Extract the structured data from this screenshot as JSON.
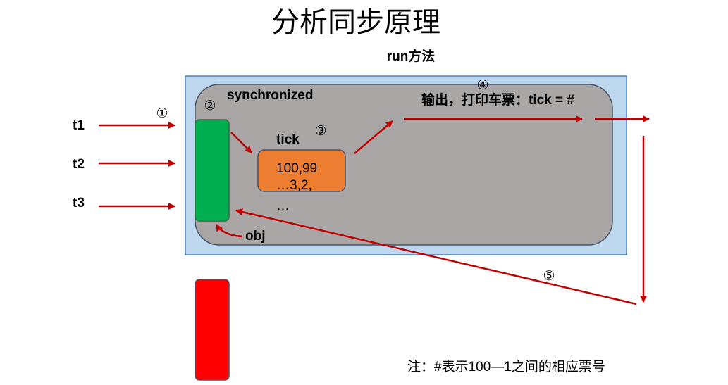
{
  "title": "分析同步原理",
  "run_label": "run方法",
  "sync_label": "synchronized",
  "threads": [
    "t1",
    "t2",
    "t3"
  ],
  "steps": {
    "s1": "①",
    "s2": "②",
    "s3": "③",
    "s4": "④",
    "s5": "⑤"
  },
  "output_label": "输出，打印车票：tick = #",
  "tick": {
    "label": "tick",
    "line1": "100,99",
    "line2": "…3,2,",
    "line3": "…"
  },
  "lock_label": "obj",
  "note": "注：#表示100—1之间的相应票号",
  "colors": {
    "outer_fill": "#bdd7ee",
    "outer_stroke": "#4f81bd",
    "inner_fill": "#aaa6a6",
    "inner_stroke": "#44546a",
    "lock_green": "#00b050",
    "tick_orange": "#ed7d31",
    "waiting_red": "#ff0000",
    "arrow": "#c00000"
  }
}
